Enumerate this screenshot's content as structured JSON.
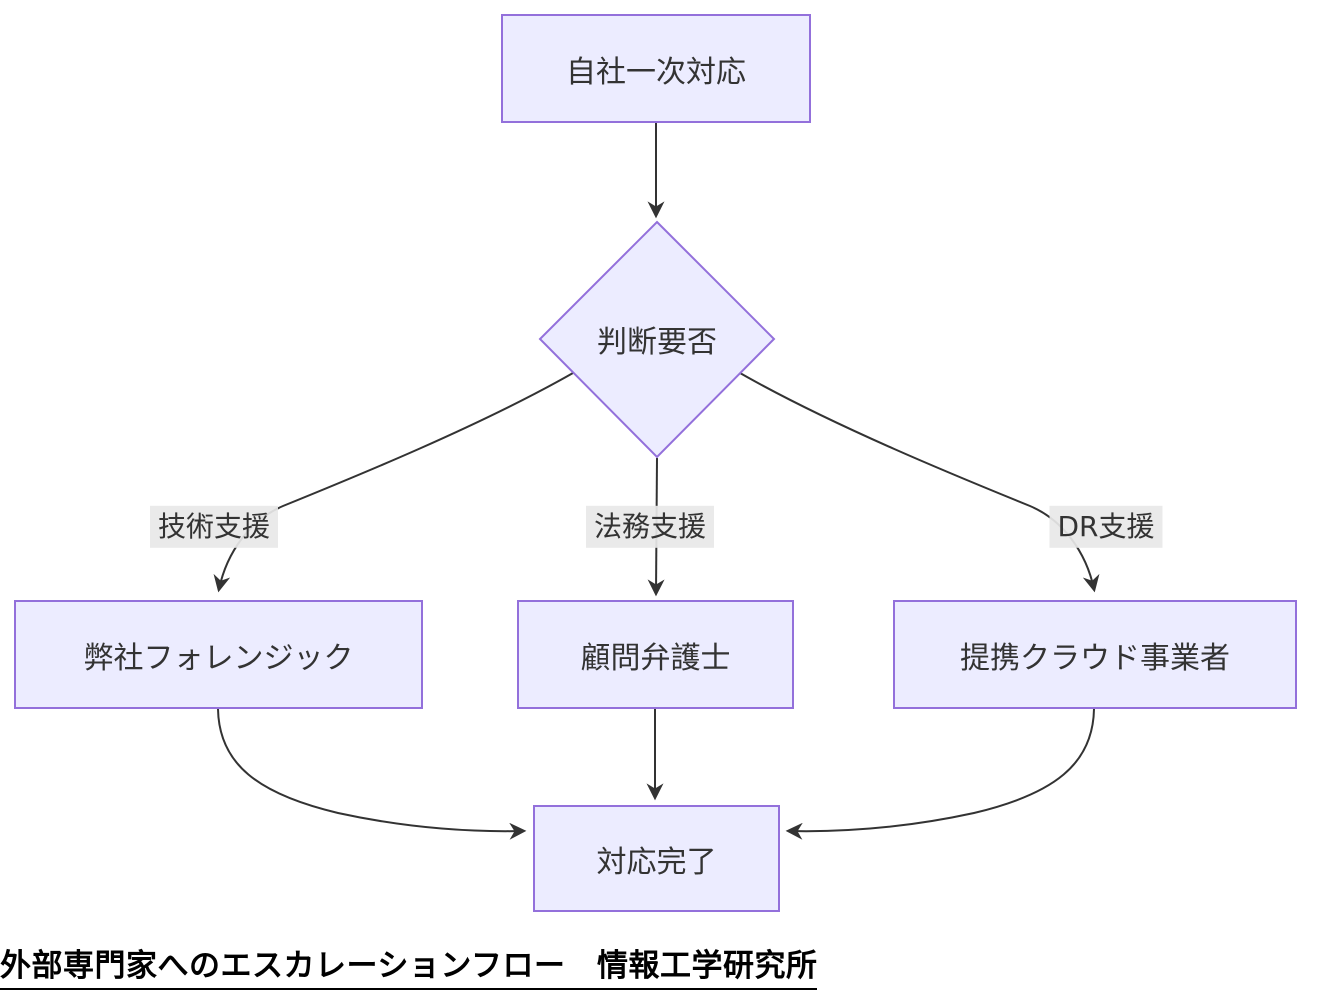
{
  "diagram": {
    "type": "flowchart-top-down",
    "colors": {
      "node_fill": "#ECECFF",
      "node_border": "#9370DB",
      "edge": "#333333",
      "edge_label_bg": "#E8E8E8",
      "node_text": "#333333",
      "caption_text": "#000000"
    },
    "nodes": {
      "start": "自社一次対応",
      "decision": "判断要否",
      "forensic": "弊社フォレンジック",
      "lawyer": "顧問弁護士",
      "cloud": "提携クラウド事業者",
      "done": "対応完了"
    },
    "edges": [
      {
        "from": "start",
        "to": "decision",
        "label": ""
      },
      {
        "from": "decision",
        "to": "forensic",
        "label": "技術支援"
      },
      {
        "from": "decision",
        "to": "lawyer",
        "label": "法務支援"
      },
      {
        "from": "decision",
        "to": "cloud",
        "label": "DR支援"
      },
      {
        "from": "forensic",
        "to": "done",
        "label": ""
      },
      {
        "from": "lawyer",
        "to": "done",
        "label": ""
      },
      {
        "from": "cloud",
        "to": "done",
        "label": ""
      }
    ]
  },
  "caption": "外部専門家へのエスカレーションフロー　情報工学研究所"
}
